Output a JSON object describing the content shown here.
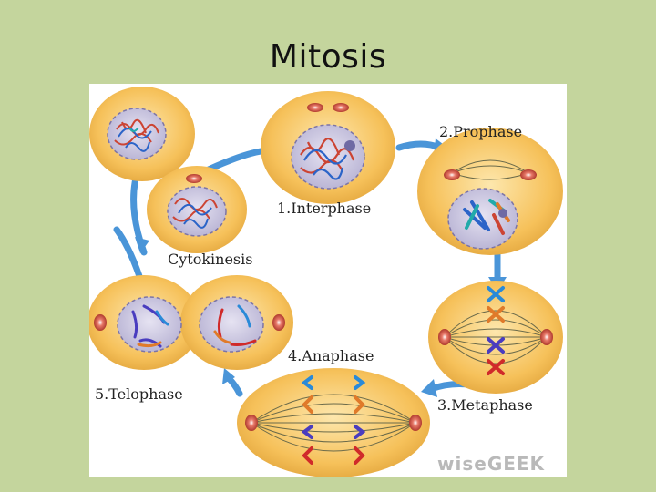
{
  "slide": {
    "title": "Mitosis"
  },
  "diagram": {
    "phase_labels": {
      "interphase": "1.Interphase",
      "prophase": "2.Prophase",
      "metaphase": "3.Metaphase",
      "anaphase": "4.Anaphase",
      "telophase": "5.Telophase",
      "cytokinesis": "Cytokinesis"
    },
    "watermark": {
      "wise": "wise",
      "geek": "GEEK"
    },
    "colors": {
      "background": "#c4d59d",
      "cell_fill": "#f6c15a",
      "nucleus_fill": "#c7c3dd",
      "arrow": "#4a95d8"
    }
  }
}
